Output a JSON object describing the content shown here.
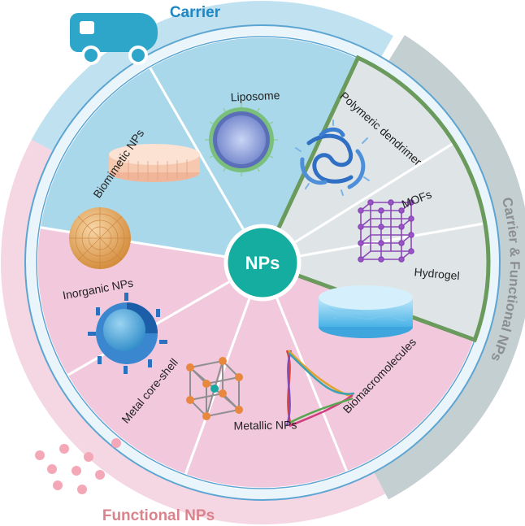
{
  "center": {
    "label": "NPs",
    "color": "#14ada0"
  },
  "arcs": {
    "carrier": {
      "label": "Carrier",
      "color": "#bfe1f0",
      "text_color": "#1e88c4"
    },
    "carrier_functional": {
      "label": "Carrier & Functional NPs",
      "color": "#c4cfd1",
      "text_color": "#8b8f92"
    },
    "functional": {
      "label": "Functional NPs",
      "color": "#f5d6e3",
      "text_color": "#d9838c"
    }
  },
  "segments": [
    {
      "label": "Liposome",
      "group": "carrier",
      "icon": "liposome-icon"
    },
    {
      "label": "Polymeric dendrimer",
      "group": "carrier_functional",
      "icon": "dendrimer-icon"
    },
    {
      "label": "MOFs",
      "group": "carrier_functional",
      "icon": "mof-lattice-icon"
    },
    {
      "label": "Hydrogel",
      "group": "carrier_functional",
      "icon": "hydrogel-icon"
    },
    {
      "label": "Biomacromolecules",
      "group": "functional",
      "icon": "dna-helix-icon"
    },
    {
      "label": "Metallic NPs",
      "group": "functional",
      "icon": "metal-crystal-icon"
    },
    {
      "label": "Metal core-shell",
      "group": "functional",
      "icon": "core-shell-icon"
    },
    {
      "label": "Inorganic NPs",
      "group": "functional",
      "icon": "inorganic-sphere-icon"
    },
    {
      "label": "Biomimetic NPs",
      "group": "carrier",
      "icon": "biomimetic-disc-icon"
    }
  ],
  "colors": {
    "carrier_fill": "#a9d8ea",
    "cf_fill": "#dfe5e6",
    "functional_fill": "#f2c8dd",
    "border": "#5ca5d3",
    "green_border": "#6a9a5c"
  },
  "icons": {
    "carrier_truck": "truck-icon",
    "particles": "particles-icon"
  }
}
